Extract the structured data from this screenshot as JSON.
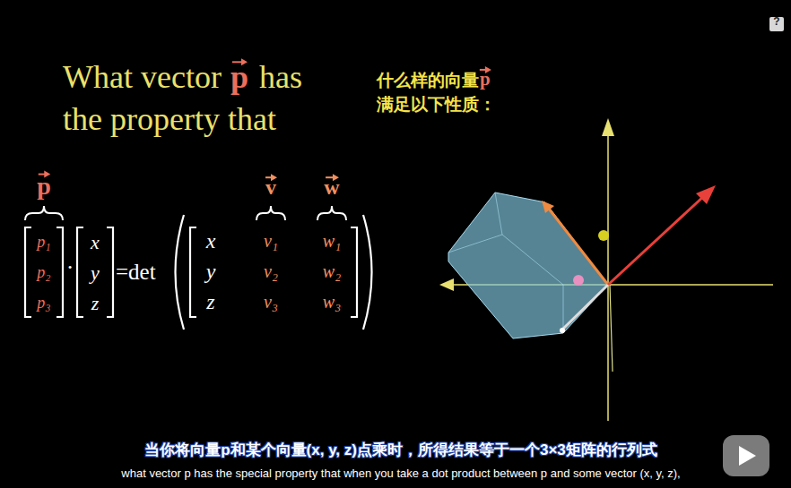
{
  "diagram": {
    "labels": [
      "What vector",
      "p",
      "has",
      "the property that",
      "什么样的向量",
      "p",
      "满足以下性质：",
      "p",
      "v",
      "w",
      "p₁",
      "p₂",
      "p₃",
      "x",
      "y",
      "z",
      "·",
      "=det",
      "x",
      "y",
      "z",
      "v₁",
      "v₂",
      "v₃",
      "w₁",
      "w₂",
      "w₃",
      "当你将向量p和某个向量(x, y, z)点乘时，所得结果等于一个3×3矩阵的行列式",
      "what vector p has the special property that when you take a dot product between p and some vector (x, y, z),",
      "?"
    ]
  }
}
